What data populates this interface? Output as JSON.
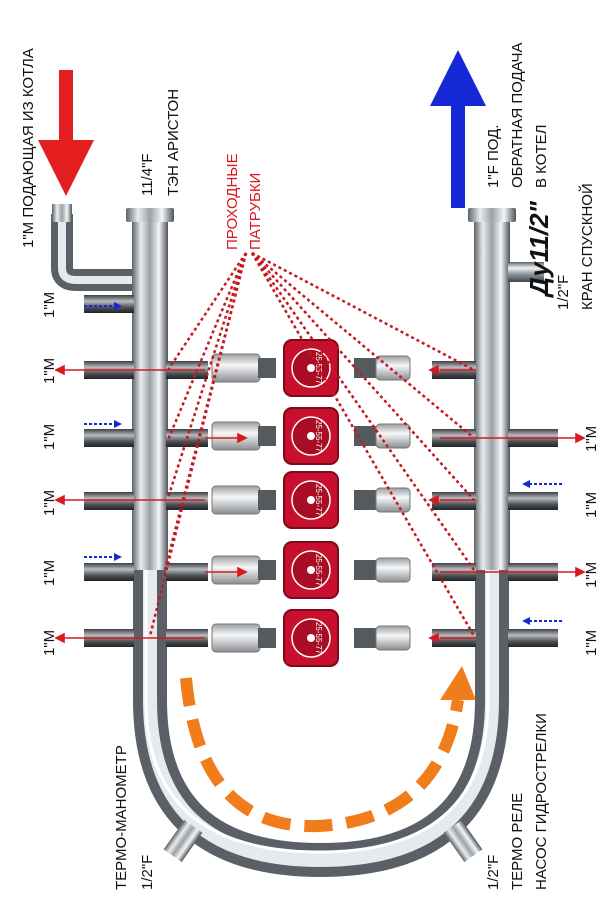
{
  "labels": {
    "supply_from_boiler": "1\"М ПОДАЮЩАЯ ИЗ КОТЛА",
    "heater_size": "11/4\"F",
    "heater_name": "ТЭН АРИСТОН",
    "return_line1": "1\"F ПОД.",
    "return_line2": "ОБРАТНАЯ ПОДАЧА",
    "return_line3": "В КОТЕЛ",
    "drain_name": "КРАН СПУСКНОЙ",
    "drain_size": "1/2\"F",
    "through_line1": "ПРОХОДНЫЕ",
    "through_line2": "ПАТРУБКИ",
    "du": "Ду11/2\"",
    "thermo_manometer": "ТЕРМО-МАНОМЕТР",
    "thermo_manometer_size": "1/2\"F",
    "relay_size": "1/2\"F",
    "relay_line1": "ТЕРМО РЕЛЕ",
    "relay_line2": "НАСОС ГИДРОСТРЕЛКИ",
    "left_ports": [
      "1\"М",
      "1\"М",
      "1\"М",
      "1\"М",
      "1\"М",
      "1\"М"
    ],
    "right_ports": [
      "1\"М",
      "1\"М",
      "1\"М",
      "1\"М"
    ],
    "pump_model": "25-55-77"
  },
  "colors": {
    "supply_arrow": "#e41e1e",
    "return_arrow": "#1428d6",
    "flow_arrow": "#f07c1c",
    "dotted_lines": "#c8161d",
    "pump_body": "#c8102e",
    "pipe": "#b9bec4"
  },
  "icons": [
    "supply-arrow-icon",
    "return-arrow-icon",
    "flow-arrow-icon",
    "pump-icon",
    "valve-icon"
  ]
}
